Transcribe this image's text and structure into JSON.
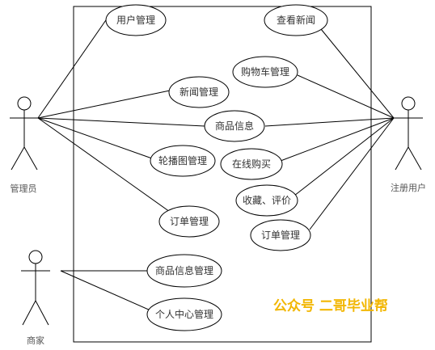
{
  "actors": {
    "admin": "管理员",
    "user": "注册用户",
    "merchant": "商家"
  },
  "use_cases": {
    "user_mgmt": "用户管理",
    "view_news": "查看新闻",
    "cart_mgmt": "购物车管理",
    "news_mgmt": "新闻管理",
    "product_info": "商品信息",
    "carousel_mgmt": "轮播图管理",
    "online_buy": "在线购买",
    "collect_review": "收藏、评价",
    "order_mgmt_admin": "订单管理",
    "order_mgmt_user": "订单管理",
    "product_info_mgmt": "商品信息管理",
    "personal_center_mgmt": "个人中心管理"
  },
  "watermark": "公众号 二哥毕业帮"
}
